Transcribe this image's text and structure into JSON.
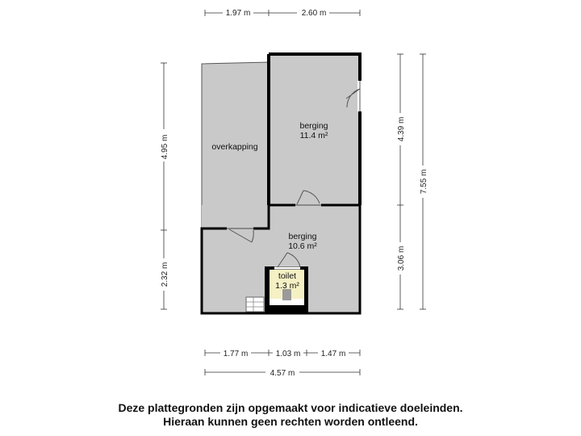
{
  "dimensions": {
    "top": [
      "1.97 m",
      "2.60 m"
    ],
    "left": [
      "4.95 m",
      "2.32 m"
    ],
    "right_inner": [
      "4.39 m",
      "3.06 m"
    ],
    "right_outer": "7.55 m",
    "bottom": [
      "1.77 m",
      "1.03 m",
      "1.47 m"
    ],
    "bottom_total": "4.57 m"
  },
  "rooms": {
    "overkapping": {
      "name": "overkapping"
    },
    "berging_top": {
      "name": "berging",
      "area": "11.4 m²"
    },
    "berging_bottom": {
      "name": "berging",
      "area": "10.6 m²"
    },
    "toilet": {
      "name": "toilet",
      "area": "1.3 m²"
    }
  },
  "disclaimer": {
    "line1": "Deze plattegronden zijn opgemaakt voor indicatieve doeleinden.",
    "line2": "Hieraan kunnen geen rechten worden ontleend."
  },
  "colors": {
    "floor": "#c9c9c9",
    "wall": "#000000",
    "toilet_floor": "#f6f1c4"
  }
}
